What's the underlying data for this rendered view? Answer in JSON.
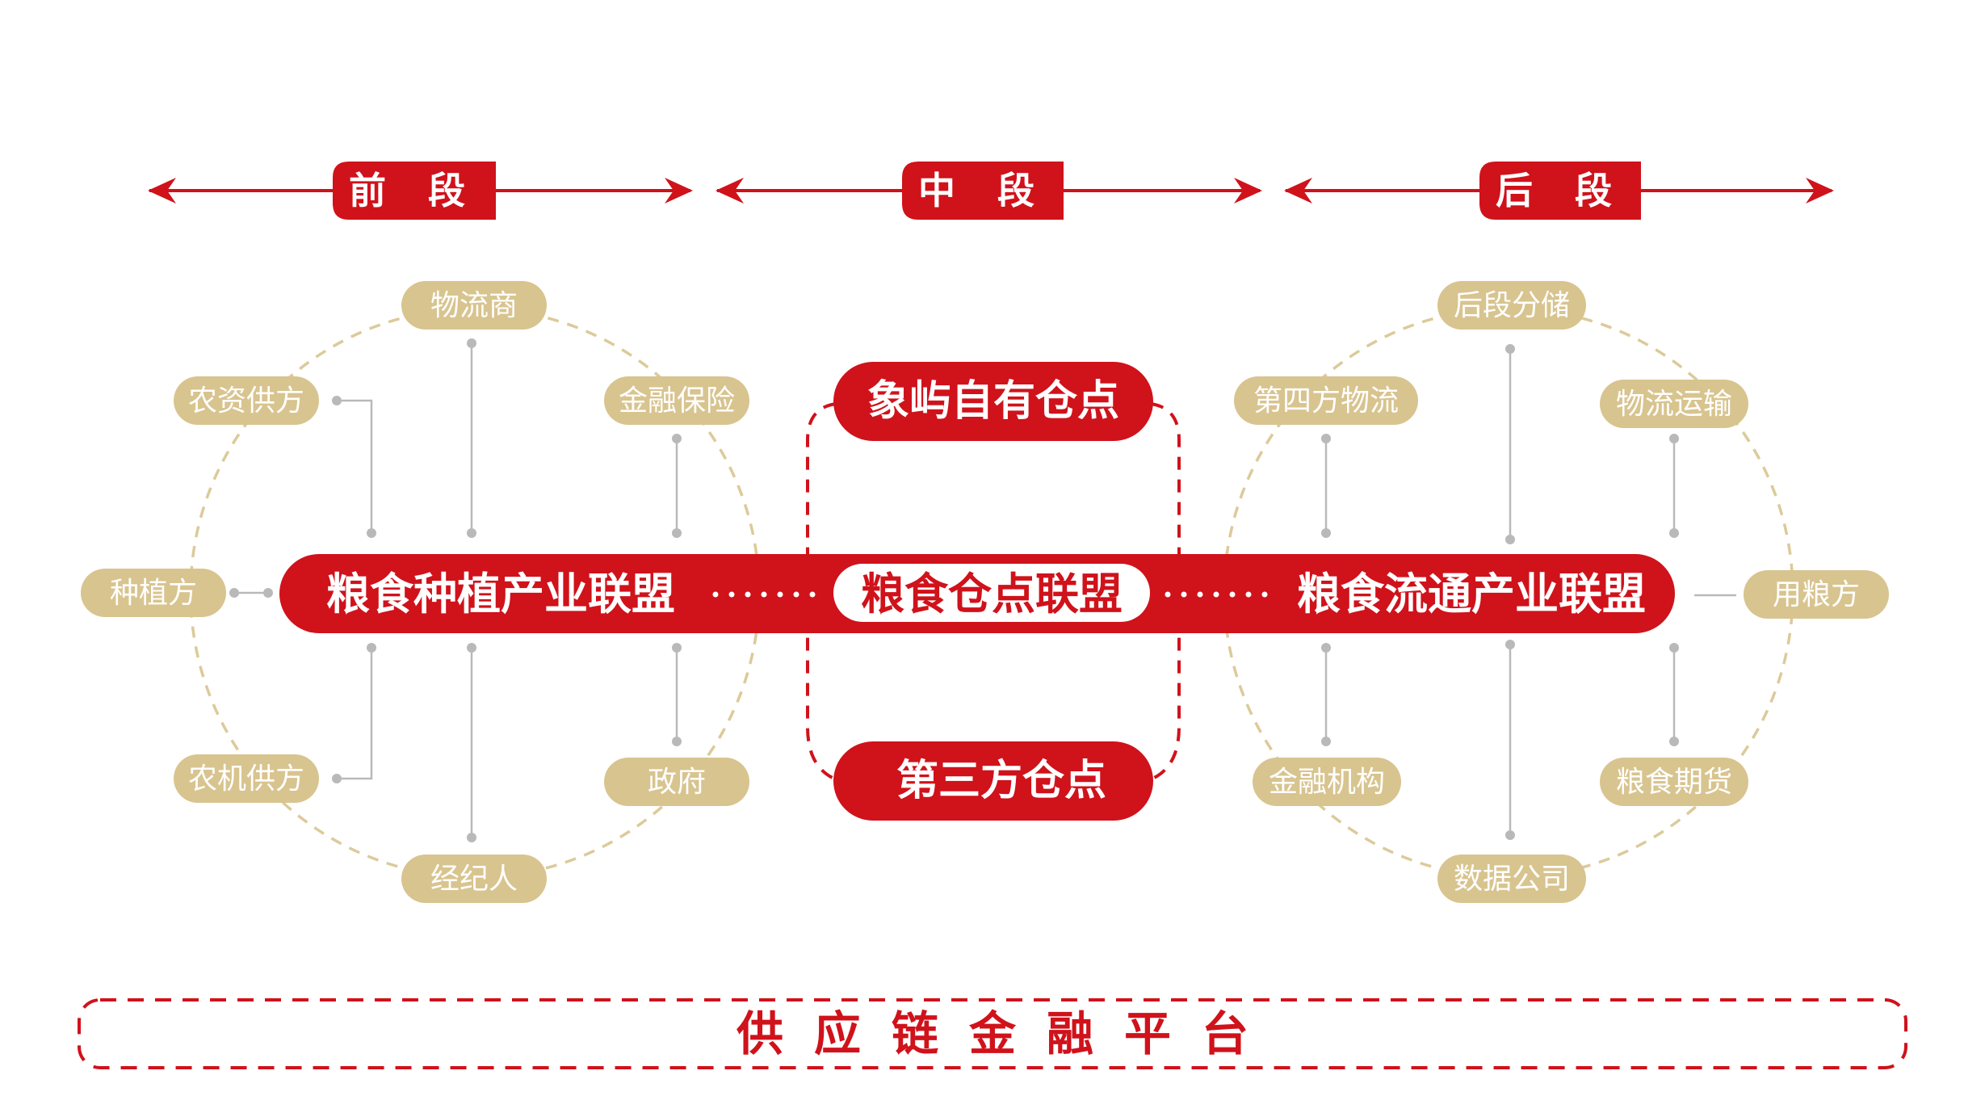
{
  "stages": [
    {
      "key": "front",
      "label": "前 段"
    },
    {
      "key": "middle",
      "label": "中 段"
    },
    {
      "key": "back",
      "label": "后 段"
    }
  ],
  "front_cluster": {
    "alliance": "粮食种植产业联盟",
    "nodes": {
      "logistics": "物流商",
      "agri_supply": "农资供方",
      "finance_insurance": "金融保险",
      "planter": "种植方",
      "machinery_supply": "农机供方",
      "government": "政府",
      "broker": "经纪人"
    }
  },
  "middle_cluster": {
    "alliance": "粮食仓点联盟",
    "own_depot": "象屿自有仓点",
    "third_party_depot": "第三方仓点"
  },
  "back_cluster": {
    "alliance": "粮食流通产业联盟",
    "nodes": {
      "storage": "后段分储",
      "fourth_party_logistics": "第四方物流",
      "logistics_transport": "物流运输",
      "grain_user": "用粮方",
      "financial_institution": "金融机构",
      "grain_futures": "粮食期货",
      "data_company": "数据公司"
    }
  },
  "platform": "供应链金融平台",
  "colors": {
    "red": "#d0121b",
    "gold": "#d8c48f",
    "gold_dash": "#dcca9a",
    "connector": "#b9b9b9"
  }
}
